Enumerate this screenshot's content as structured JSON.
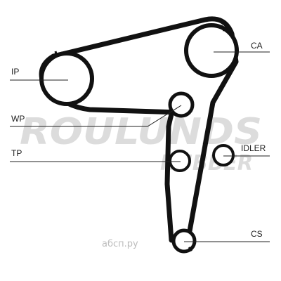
{
  "labels": {
    "ip": "IP",
    "ca": "CA",
    "wp": "WP",
    "tp": "TP",
    "idler": "IDLER",
    "cs": "CS"
  },
  "watermark": {
    "brand": "ROULUNDS",
    "sub": "RUBBER"
  },
  "site_watermark": "абсп.ру",
  "colors": {
    "belt": "#111111",
    "line": "#222222",
    "watermark": "#d9d9d9",
    "site": "#bdbdbd"
  }
}
